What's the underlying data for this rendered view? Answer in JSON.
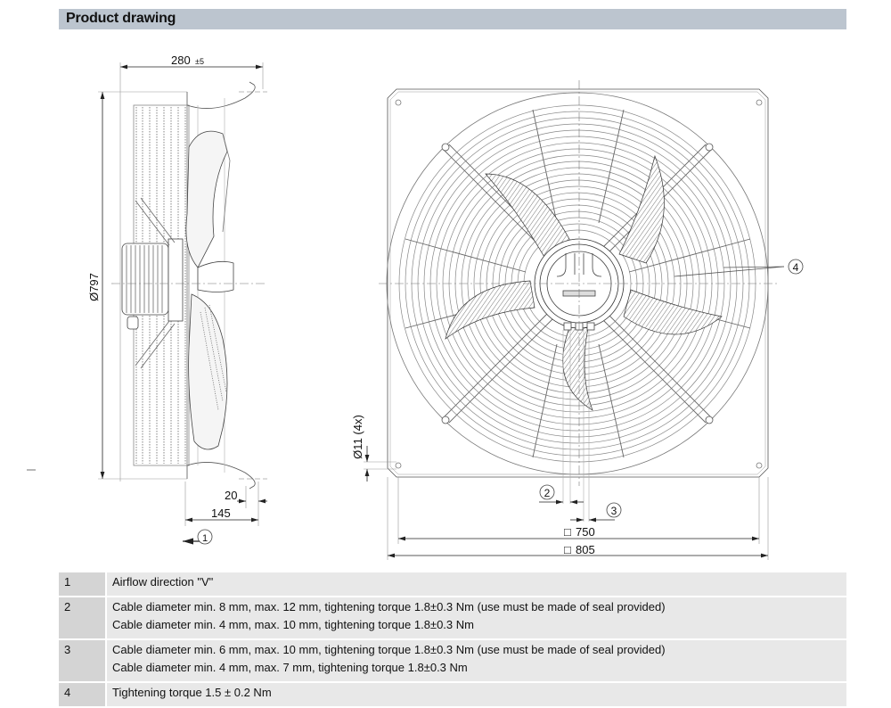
{
  "header": {
    "title": "Product drawing"
  },
  "drawing": {
    "side_view": {
      "width_dimension": "280",
      "width_tolerance": "±5",
      "diameter_dimension": "Ø797",
      "offset_dimension_small": "20",
      "offset_dimension_large": "145",
      "airflow_callout": "1"
    },
    "front_view": {
      "hole_dimension": "Ø11 (4x)",
      "inner_square_dimension": "750",
      "outer_square_dimension": "805",
      "square_symbol": "□",
      "callout_2": "2",
      "callout_3": "3",
      "callout_4": "4"
    },
    "colors": {
      "line": "#555555",
      "light_line": "#9a9a9a",
      "header_bg": "#bcc5cf"
    }
  },
  "legend": [
    {
      "number": "1",
      "lines": [
        "Airflow direction \"V\""
      ]
    },
    {
      "number": "2",
      "lines": [
        "Cable diameter min. 8 mm, max. 12 mm, tightening torque 1.8±0.3 Nm (use must be made of seal provided)",
        "Cable diameter min. 4 mm, max. 10 mm, tightening torque 1.8±0.3 Nm"
      ]
    },
    {
      "number": "3",
      "lines": [
        "Cable diameter min. 6 mm, max. 10 mm, tightening torque 1.8±0.3 Nm (use must be made of seal provided)",
        "Cable diameter min. 4 mm, max. 7 mm, tightening torque 1.8±0.3 Nm"
      ]
    },
    {
      "number": "4",
      "lines": [
        "Tightening torque 1.5 ± 0.2 Nm"
      ]
    }
  ]
}
